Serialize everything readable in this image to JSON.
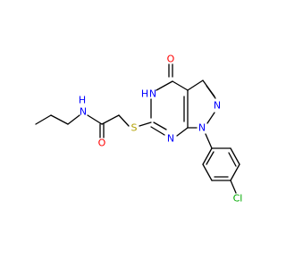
{
  "molecule": {
    "atoms": {
      "o_carbonyl": "O",
      "hn_ring": "H",
      "n_ring_5": "N",
      "n_pyrazole_1": "N",
      "n_pyrazole_2": "N",
      "n_ring_7": "N",
      "s_thioether": "S",
      "o_amide": "O",
      "h_amide": "H",
      "n_amide": "N",
      "cl": "Cl"
    }
  },
  "colors": {
    "bond": "#000000",
    "nitrogen": "#0000ff",
    "oxygen": "#ff0000",
    "sulfur": "#b2a000",
    "chlorine": "#00aa00"
  }
}
